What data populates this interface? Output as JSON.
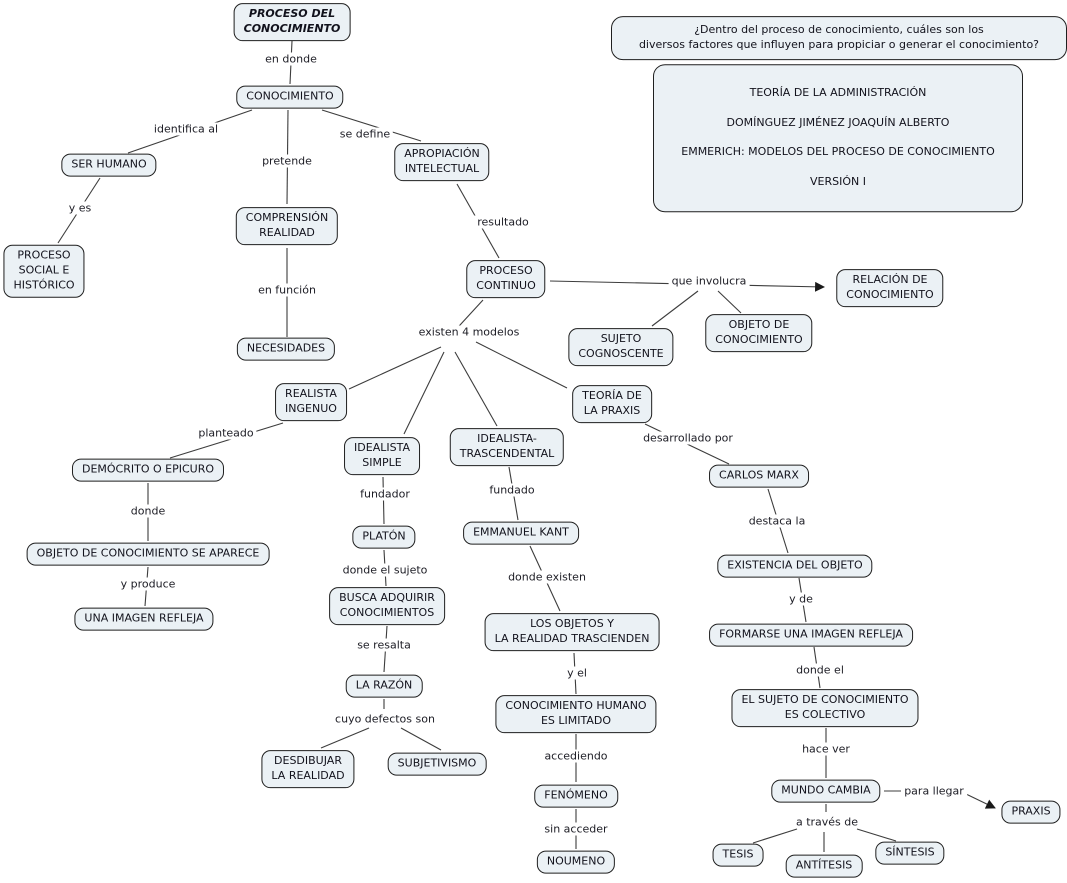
{
  "colors": {
    "background": "#ffffff",
    "node_fill": "#ebf1f5",
    "node_border": "#1f1f1f",
    "line": "#3d3d3d",
    "text": "#12121c"
  },
  "question": "¿Dentro del proceso de conocimiento, cuáles son los\ndiversos factores que influyen para propiciar o generar el conocimiento?",
  "info": [
    "TEORÍA DE LA ADMINISTRACIÓN",
    "DOMÍNGUEZ JIMÉNEZ JOAQUÍN ALBERTO",
    "EMMERICH: MODELOS DEL PROCESO DE CONOCIMIENTO",
    "VERSIÓN I"
  ],
  "nodes": {
    "proceso_del_conocimiento": "PROCESO DEL\nCONOCIMIENTO",
    "conocimiento": "CONOCIMIENTO",
    "ser_humano": "SER HUMANO",
    "proceso_social": "PROCESO\nSOCIAL E\nHISTÓRICO",
    "comprension_realidad": "COMPRENSIÓN\nREALIDAD",
    "necesidades": "NECESIDADES",
    "apropiacion_intelectual": "APROPIACIÓN\nINTELECTUAL",
    "proceso_continuo": "PROCESO\nCONTINUO",
    "relacion_conocimiento": "RELACIÓN DE\nCONOCIMIENTO",
    "sujeto_cognoscente": "SUJETO\nCOGNOSCENTE",
    "objeto_conocimiento": "OBJETO DE\nCONOCIMIENTO",
    "realista_ingenuo": "REALISTA\nINGENUO",
    "democrito": "DEMÓCRITO O EPICURO",
    "objeto_aparece": "OBJETO DE CONOCIMIENTO SE APARECE",
    "imagen_refleja": "UNA IMAGEN REFLEJA",
    "idealista_simple": "IDEALISTA\nSIMPLE",
    "platon": "PLATÓN",
    "busca_adquirir": "BUSCA ADQUIRIR\nCONOCIMIENTOS",
    "la_razon": "LA RAZÓN",
    "desdibujar": "DESDIBUJAR\nLA REALIDAD",
    "subjetivismo": "SUBJETIVISMO",
    "idealista_trascendental": "IDEALISTA-\nTRASCENDENTAL",
    "emmanuel_kant": "EMMANUEL KANT",
    "los_objetos": "LOS OBJETOS Y\nLA REALIDAD TRASCIENDEN",
    "conocimiento_limitado": "CONOCIMIENTO HUMANO\nES LIMITADO",
    "fenomeno": "FENÓMENO",
    "noumeno": "NOUMENO",
    "teoria_praxis": "TEORÍA DE\nLA PRAXIS",
    "carlos_marx": "CARLOS MARX",
    "existencia_objeto": "EXISTENCIA DEL OBJETO",
    "formarse_imagen": "FORMARSE UNA IMAGEN REFLEJA",
    "sujeto_colectivo": "EL SUJETO DE CONOCIMIENTO\nES COLECTIVO",
    "mundo_cambia": "MUNDO CAMBIA",
    "praxis": "PRAXIS",
    "tesis": "TESIS",
    "antitesis": "ANTÍTESIS",
    "sintesis": "SÍNTESIS"
  },
  "labels": {
    "en_donde": "en donde",
    "identifica_al": "identifica al",
    "pretende": "pretende",
    "se_define": "se define",
    "y_es": "y es",
    "en_funcion": "en función",
    "resultado": "resultado",
    "que_involucra": "que involucra",
    "existen_4_modelos": "existen 4 modelos",
    "planteado": "planteado",
    "donde": "donde",
    "y_produce": "y produce",
    "fundador": "fundador",
    "donde_el_sujeto": "donde el sujeto",
    "se_resalta": "se resalta",
    "cuyo_defectos_son": "cuyo defectos son",
    "fundado": "fundado",
    "donde_existen": "donde existen",
    "y_el": "y el",
    "accediendo": "accediendo",
    "sin_acceder": "sin acceder",
    "desarrollado_por": "desarrollado por",
    "destaca_la": "destaca la",
    "y_de": "y de",
    "donde_el": "donde el",
    "hace_ver": "hace ver",
    "para_llegar": "para llegar",
    "a_traves_de": "a través de"
  }
}
